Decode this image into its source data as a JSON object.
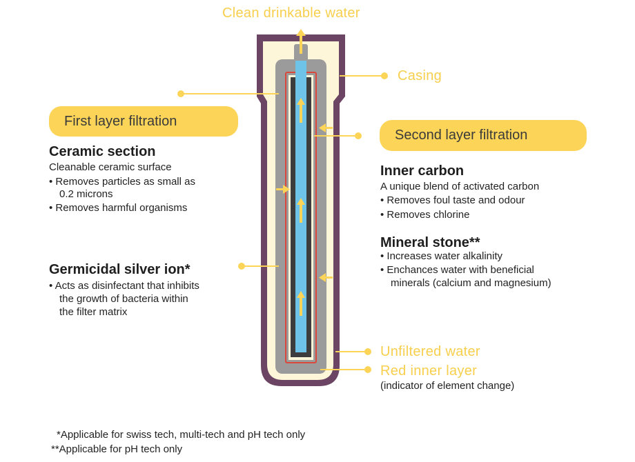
{
  "top_label": "Clean drinkable water",
  "casing_label": "Casing",
  "first_layer": {
    "pill": "First layer filtration",
    "ceramic": {
      "title": "Ceramic section",
      "subtitle": "Cleanable ceramic surface",
      "bullet1_line1": "• Removes particles as small as",
      "bullet1_line2": "0.2 microns",
      "bullet2": "• Removes harmful organisms"
    },
    "silver": {
      "title": "Germicidal silver ion*",
      "line1": "• Acts as disinfectant that inhibits",
      "line2": "the growth of bacteria within",
      "line3": "the filter matrix"
    }
  },
  "second_layer": {
    "pill": "Second layer filtration",
    "carbon": {
      "title": "Inner carbon",
      "subtitle": "A unique blend of activated carbon",
      "bullet1": "• Removes foul taste and odour",
      "bullet2": "• Removes chlorine"
    },
    "mineral": {
      "title": "Mineral stone**",
      "bullet1": "• Increases water alkalinity",
      "bullet2_line1": "• Enchances water with beneficial",
      "bullet2_line2": "minerals (calcium and magnesium)"
    }
  },
  "unfiltered_label": "Unfiltered water",
  "red_layer": {
    "label": "Red inner layer",
    "note": "(indicator of element change)"
  },
  "footnotes": {
    "single": "*Applicable for swiss tech, multi-tech and pH tech only",
    "double": "**Applicable for pH tech only"
  },
  "colors": {
    "accent_yellow": "#fcd558",
    "casing_purple": "#6b4563",
    "cream": "#fdf6d8",
    "ceramic_grey": "#9b9b9b",
    "carbon_dark": "#3d3d3d",
    "core_blue": "#6ec3e8",
    "indicator_red": "#d9483b"
  }
}
